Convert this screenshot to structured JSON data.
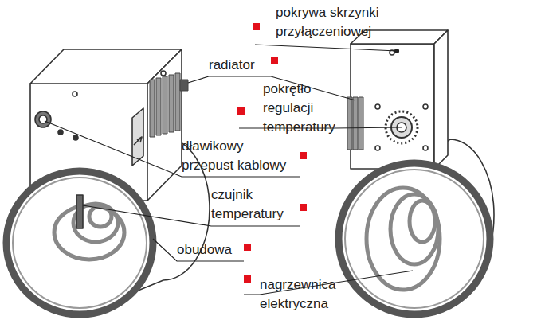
{
  "diagram": {
    "labels": [
      "pokrywa skrzynki przyłączeniowej",
      "radiator",
      "pokrętło regulacji temperatury",
      "dławikowy przepust kablowy",
      "czujnik temperatury",
      "obudowa",
      "nagrzewnica elektryczna"
    ]
  }
}
